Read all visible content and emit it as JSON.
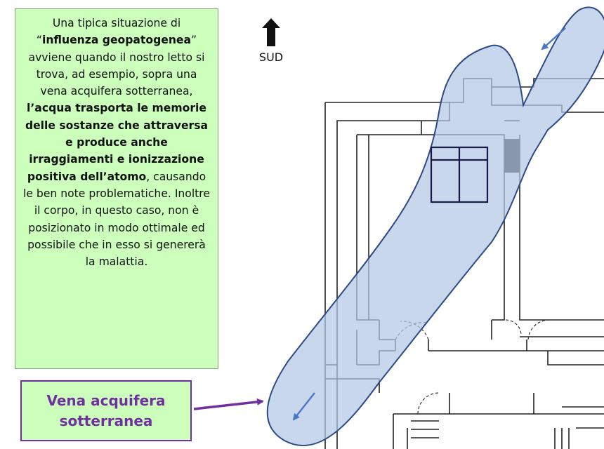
{
  "text_box": {
    "p1": "Una tipica situazione di “",
    "b1": "influenza geopatogenea",
    "p2": "” avviene quando il nostro letto si trova, ad esempio, sopra una vena acquifera sotterranea, ",
    "b2": "l’acqua trasporta le memorie delle sostanze che attraversa e produce anche irraggiamenti e ionizzazione positiva dell’atomo",
    "p3": ", causando le ben note problematiche. Inoltre il corpo, in questo caso, non è posizionato in modo ottimale ed possibile che in esso si genererà la malattia."
  },
  "label": {
    "line1": "Vena acquifera",
    "line2": "sotterranea"
  },
  "compass": {
    "label": "SUD",
    "icon": "up-arrow-icon"
  },
  "colors": {
    "text_box_bg": "#ccffbb",
    "label_text": "#7030a0",
    "vein_fill": "#b4c8e4",
    "vein_stroke": "#2d4a86",
    "flow_arrow": "#4a78c8",
    "plan_lines": "#222222"
  }
}
